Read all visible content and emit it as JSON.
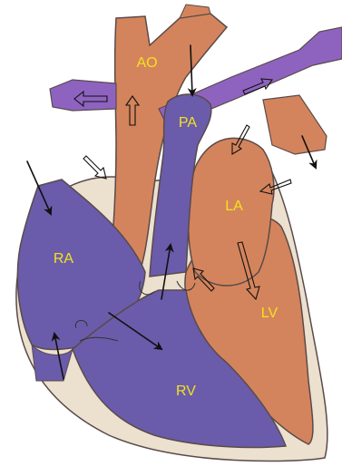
{
  "colors": {
    "oxygenated": "#d4845c",
    "deoxygenated": "#6a5cab",
    "vessel_purple": "#8e63c0",
    "pericardium": "#ece0cf",
    "outline": "#5a4a4a",
    "label": "#f2e21e",
    "arrow": "#111111"
  },
  "labels": {
    "ao": "AO",
    "pa": "PA",
    "la": "LA",
    "ra": "RA",
    "lv": "LV",
    "rv": "RV"
  }
}
